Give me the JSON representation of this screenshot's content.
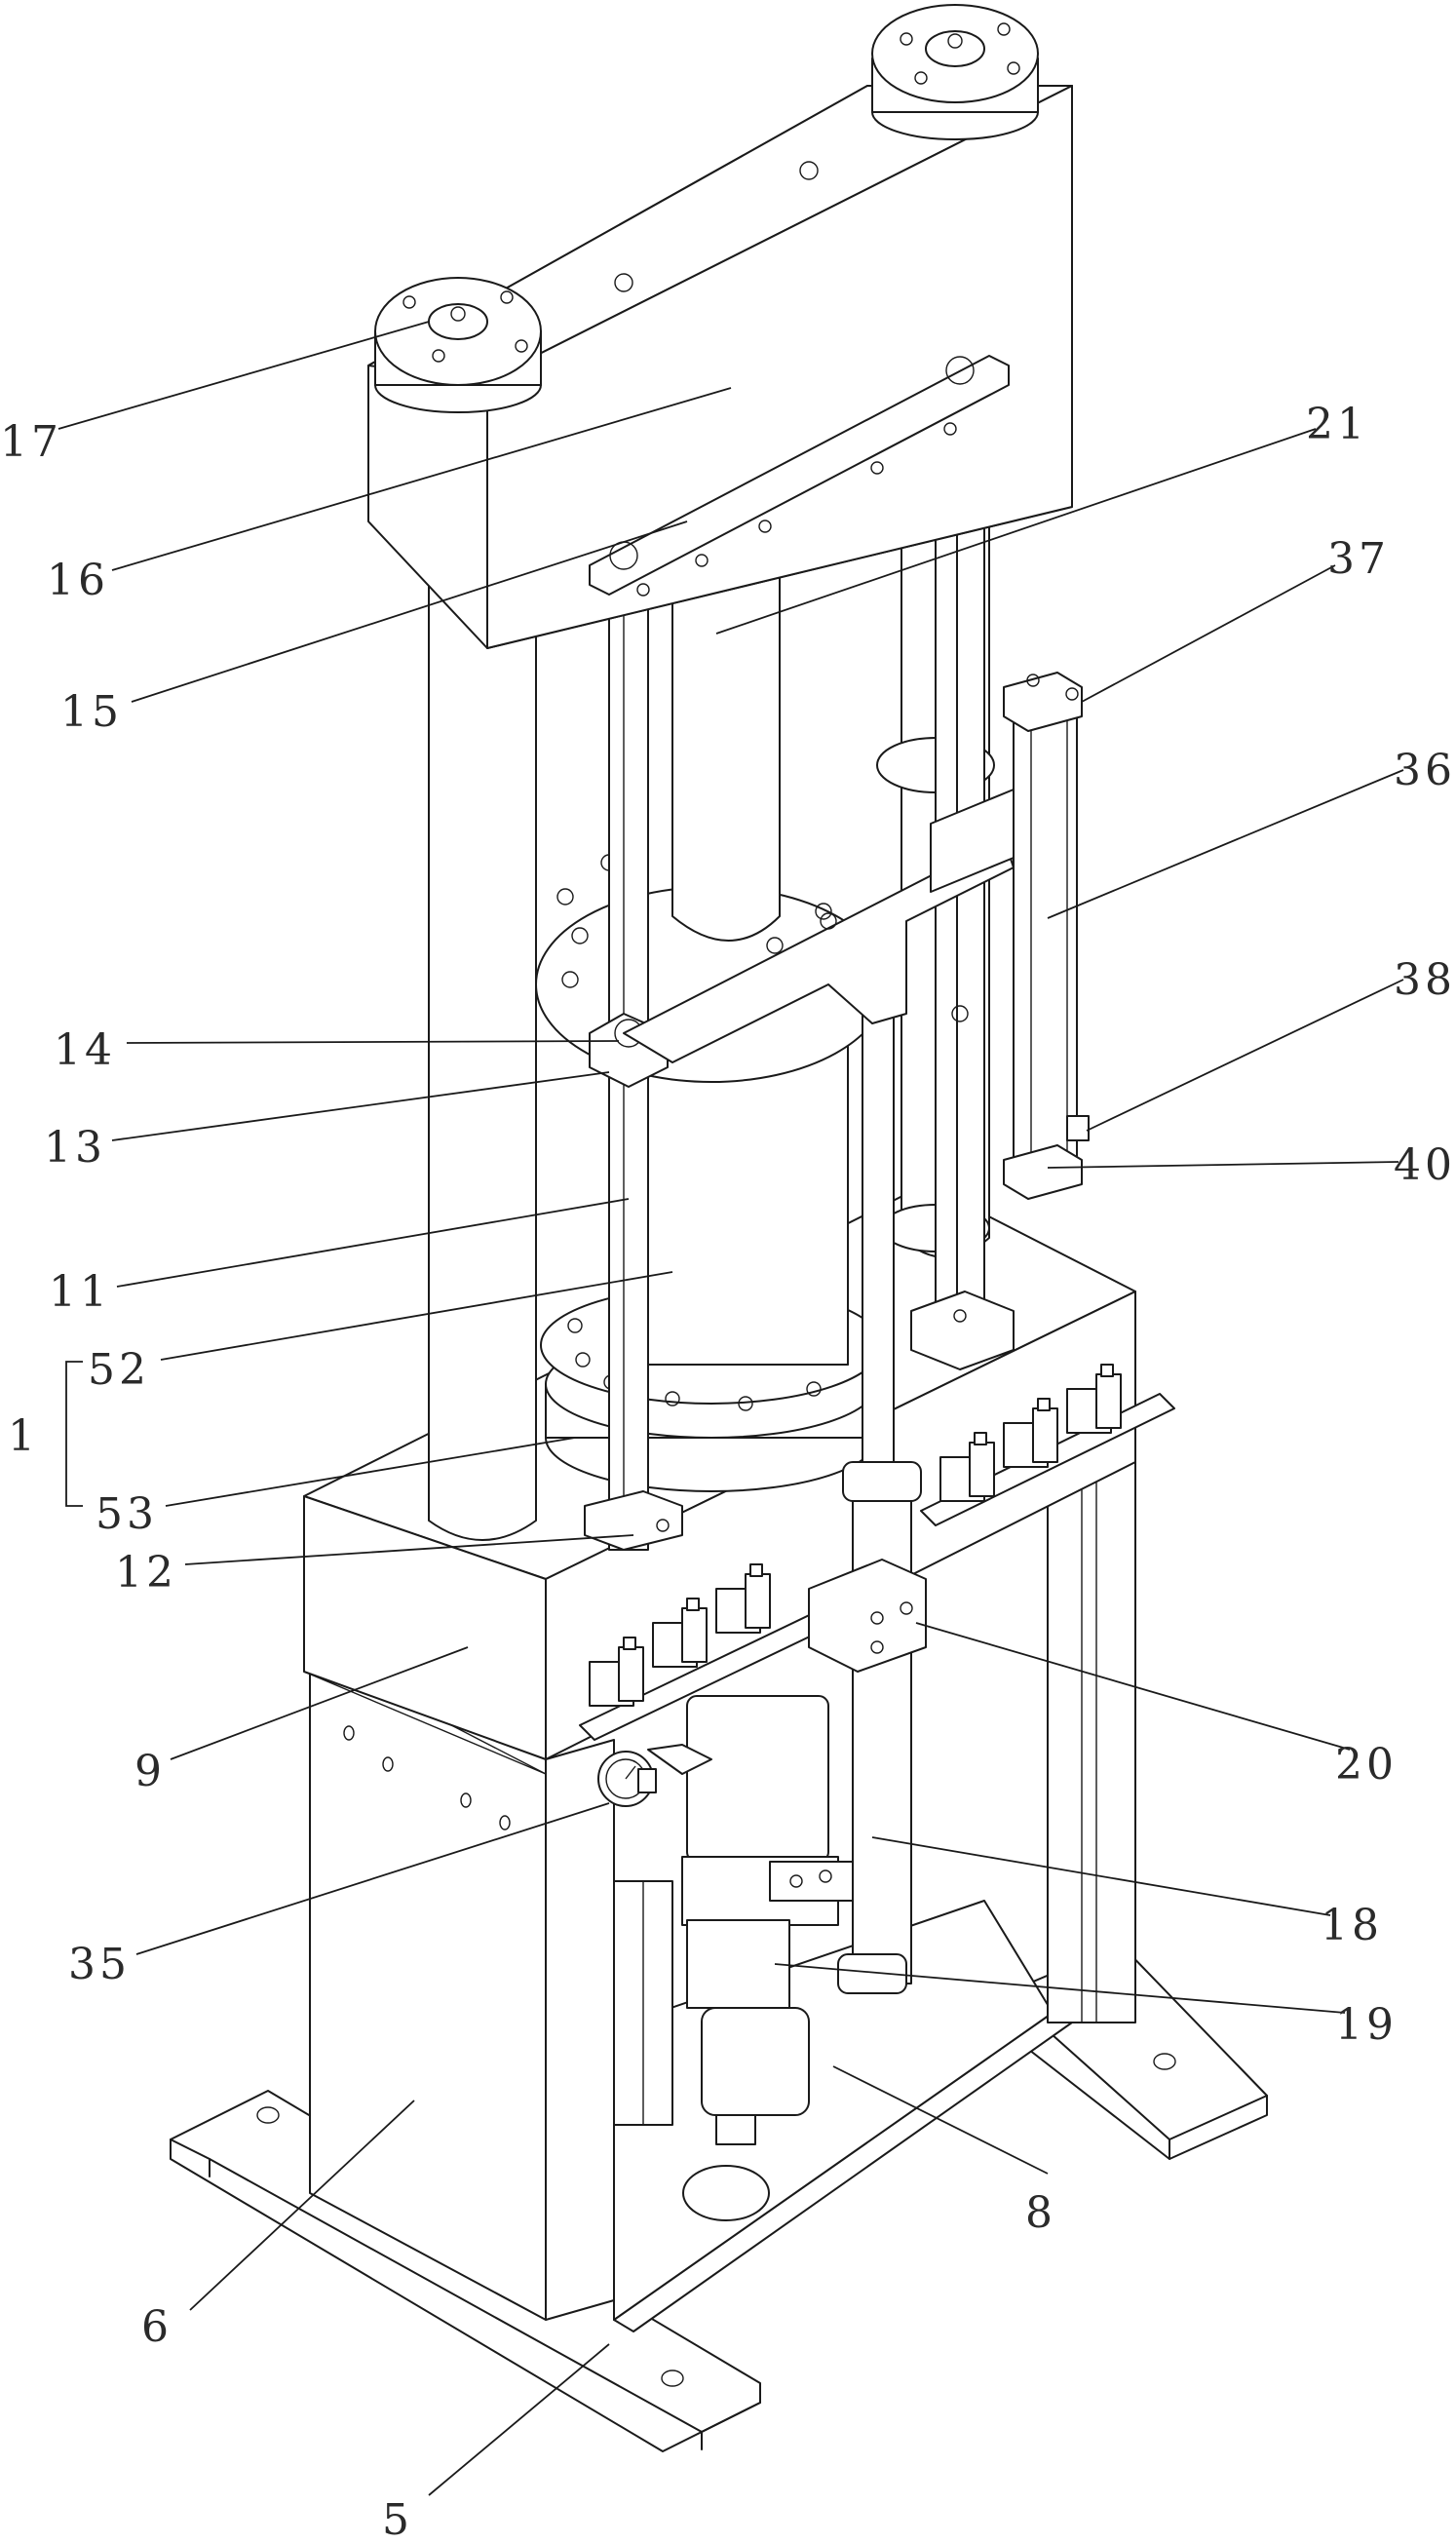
{
  "figure": {
    "type": "mechanical assembly perspective drawing",
    "line_color": "#1a1a1a",
    "background": "#ffffff"
  },
  "labels": [
    {
      "id": "17",
      "text": "17"
    },
    {
      "id": "16",
      "text": "16"
    },
    {
      "id": "15",
      "text": "15"
    },
    {
      "id": "21",
      "text": "21"
    },
    {
      "id": "37",
      "text": "37"
    },
    {
      "id": "36",
      "text": "36"
    },
    {
      "id": "38",
      "text": "38"
    },
    {
      "id": "40",
      "text": "40"
    },
    {
      "id": "14",
      "text": "14"
    },
    {
      "id": "13",
      "text": "13"
    },
    {
      "id": "11",
      "text": "11"
    },
    {
      "id": "52",
      "text": "52"
    },
    {
      "id": "1",
      "text": "1"
    },
    {
      "id": "53",
      "text": "53"
    },
    {
      "id": "12",
      "text": "12"
    },
    {
      "id": "9",
      "text": "9"
    },
    {
      "id": "20",
      "text": "20"
    },
    {
      "id": "35",
      "text": "35"
    },
    {
      "id": "18",
      "text": "18"
    },
    {
      "id": "19",
      "text": "19"
    },
    {
      "id": "8",
      "text": "8"
    },
    {
      "id": "6",
      "text": "6"
    },
    {
      "id": "5",
      "text": "5"
    }
  ],
  "group_bracket": {
    "label": "1",
    "members": [
      "52",
      "53"
    ]
  }
}
